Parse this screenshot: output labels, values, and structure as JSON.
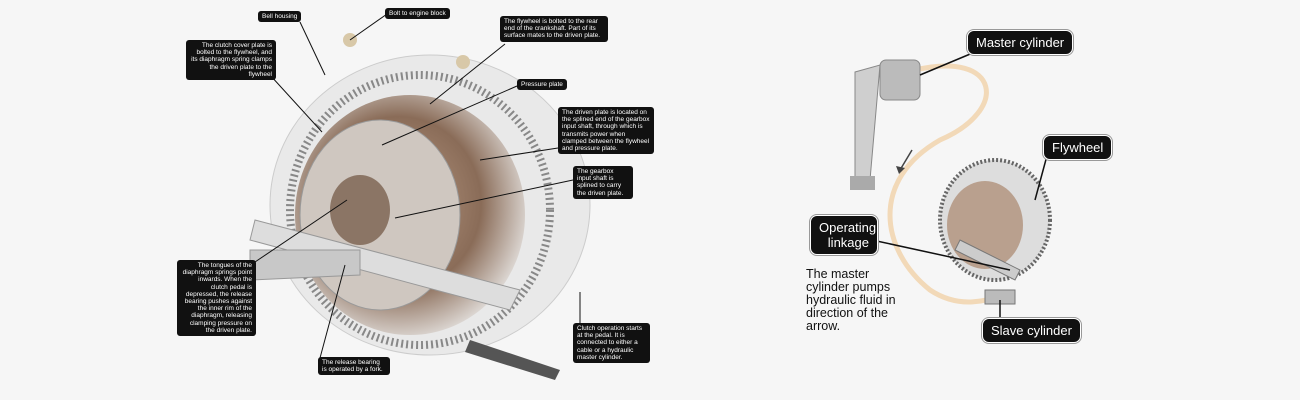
{
  "left_diagram": {
    "labels": {
      "bell_housing": "Bell housing",
      "bolt": "Bolt to engine block",
      "cover_plate": "The clutch cover plate is bolted to the flywheel, and its diaphragm spring clamps the driven plate to the flywheel",
      "flywheel": "The flywheel is bolted to the rear end of the crankshaft. Part of its surface mates to the driven plate.",
      "pressure_plate": "Pressure plate",
      "driven_plate": "The driven plate is located on the splined end of the gearbox input shaft, through which is transmits power when clamped between the flywheel and pressure plate.",
      "input_shaft": "The gearbox input shaft is splined to carry the driven plate.",
      "tongues": "The tongues of the diaphragm springs point inwards. When the clutch pedal is depressed, the release bearing pushes against the inner rim of the diaphragm, releasing clamping pressure on the driven plate.",
      "release_bearing": "The release bearing is operated by a fork.",
      "operation": "Clutch operation starts at the pedal. It is connected to either a cable or a hydraulic master cylinder."
    }
  },
  "right_diagram": {
    "labels": {
      "master_cylinder": "Master cylinder",
      "flywheel": "Flywheel",
      "operating_linkage": "Operating linkage",
      "slave_cylinder": "Slave cylinder"
    },
    "note": "The master cylinder pumps hydraulic fluid in direction of the arrow."
  }
}
